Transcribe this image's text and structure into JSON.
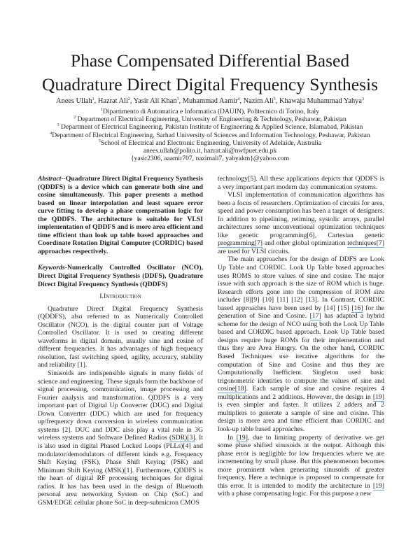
{
  "title": [
    "Phase Compensated Differential Based",
    "Quadrature Direct Digital Frequency Synthesis"
  ],
  "authors": [
    {
      "name": "Anees Ullah",
      "sup": "1"
    },
    {
      "name": "Hazrat Ali",
      "sup": "2"
    },
    {
      "name": "Yasir Ali Khan",
      "sup": "3"
    },
    {
      "name": "Muhammad Aamir",
      "sup": "4"
    },
    {
      "name": "Nazim Ali",
      "sup": "5"
    },
    {
      "name": "Khawaja Muhammad Yahya",
      "sup": "3"
    }
  ],
  "affiliations": [
    {
      "sup": "1",
      "text": "Dipartimento di Automatica e Informatica (DAUIN), Politecnico di Torino, Italy"
    },
    {
      "sup": "2",
      "text": " Department of Electrical Engineering, University of Engineering & Technology, Peshawar, Pakistan"
    },
    {
      "sup": "3",
      "text": " Department of Electrical Engineering, Pakistan Institute of Engineering & Applied Science, Islamabad, Pakistan"
    },
    {
      "sup": "4",
      "text": "Department of Electrical Engineering, Sarhad University of Sciences and Information Technology, Peshawar, Pakistan"
    },
    {
      "sup": "5",
      "text": "School of Electrical and Electronic Engineering, University of Adelaide, Australia"
    },
    {
      "sup": "",
      "text": "anees.ullah@polito.it, hazrat.ali@nwfpuet.edu.pk"
    },
    {
      "sup": "",
      "text": "{yasir2306, aaamir707, nazimali7, yahyakm}@yahoo.com"
    }
  ],
  "abstract": {
    "label": "Abstract--",
    "text": "Quadrature Direct Digital Frequency Synthesis (QDDFS) is a device which can generate both sine and cosine simultaneously. This paper presents a method based on linear interpolation and least square error curve fitting to develop a phase compensation logic for the QDDFS.  The architecture is suitable for VLSI implementation of QDDFS and is more area efficient and time efficient than look up table based approaches and Coordinate Rotation Digital Computer (CORDIC) based approaches respectively."
  },
  "keywords": {
    "label": "Keywords-",
    "text": "Numerically Controlled Oscillator (NCO), Direct Digital Frequency Synthesis (DDFS), Quadrature Direct Digital Frequency Synthesis (QDDFS)"
  },
  "section_heading": {
    "number": "I.",
    "title": "Introduction"
  },
  "left_paragraphs": [
    [
      {
        "t": "Quadrature Direct Digital Frequency Synthesis (QDDFS), also referred to as Numerically Controlled Oscillator (NCO), is  the digital counter part of Voltage Controlled Oscillator. It is used to creating different waveforms in digital domain, usually sine and cosine of different frequencies. It has advantages of high frequency resolution, fast switching speed, agility, accuracy, stability and reliability [1]."
      }
    ],
    [
      {
        "t": "Sinusoids are indispensible signals in many fields of science and engineering. These signals form the backbone of signal processing, communication, image processing and Fourier analysis and transformation. QDDFS is a very important part of Digital Up Converter (DUC) and Digital Down Converter (DDC) which are used for frequency up/frequency down conversion in wireless communication systems [2]. DUC and DDC also play a vital role in 3G wireless systems and Software Defined Radios "
      },
      {
        "t": "(SDR)[3]",
        "link": true
      },
      {
        "t": ". It is also used in digital Phased Locked Loops (PLLs)[4] and modulator/demodulators of different kinds e.g. Frequency Shift Keying (FSK), Phase Shift Keying (PSK) and Minimum Shift Keying (MSK)[1]. Furthermore, QDDFS is the heart of digital RF processing techniques for digital radios. It has has been used in the design of Bluetooth personal area networking System on Chip (SoC) and GSM/EDGE cellular phone SoC in deep-submicron CMOS"
      }
    ]
  ],
  "right_paragraphs": [
    {
      "indent": false,
      "segments": [
        {
          "t": "technology[5]. All these applications depicts that QDDFS is a very important part modern day communication systems."
        }
      ]
    },
    {
      "indent": true,
      "segments": [
        {
          "t": "VLSI implementation of communication algorithms has been a focus of researchers. Optimization of circuits for area, speed and power consumption has been a target of designers. In addition to pipelining, retiming, systolic arrays, parallel architectures some unconventional optimization techniques like genetic programming[6], Cartesian genetic "
        },
        {
          "t": "programming[7]",
          "link": true
        },
        {
          "t": " and other global optimization "
        },
        {
          "t": "techniques[7]",
          "link": true
        },
        {
          "t": " are used for VLSI circuits."
        }
      ]
    },
    {
      "indent": true,
      "segments": [
        {
          "t": "The main approaches for the design of DDFS are Look Up Table and CORDIC. Look Up Table based approaches uses ROMS to store values of sine and cosine. The major issue with such approach is the size of ROM which is huge. Research efforts gone into the compression of ROM size includes [8][9] [10] [11] [12] [13]. In Contrast, CORDIC based approaches have been used by [14] [15] "
        },
        {
          "t": "[16]",
          "link": true
        },
        {
          "t": " for the generation of Sine and Cosine. "
        },
        {
          "t": "[17]",
          "link": true
        },
        {
          "t": " has adapted a hybrid scheme for the design of NCO using both the Look Up Table based and CORDIC based approach. Look Up Table based designs require huge ROMs for their implementation and thus they are Area Hungry. On the other hand, CORDIC Based Techniques use iterative algorithms for the computation of Sine and Cosine and thus they are Computationally Inefficient. Singleton used basic trigonometric identities to compute the values of sine and "
        },
        {
          "t": "cosine[18]",
          "link": true
        },
        {
          "t": ". Each sample of sine and cosine requires 4 multiplications and 2 additions. However, the design in "
        },
        {
          "t": "[19]",
          "link": true
        },
        {
          "t": " is even simpler and faster. It utilizes 2 adders and 2 multipliers to generate a sample of sine and cosine. This design is more area and time efficient than CORDIC and look-up table based approaches."
        }
      ]
    },
    {
      "indent": true,
      "segments": [
        {
          "t": "In "
        },
        {
          "t": "[19]",
          "link": true
        },
        {
          "t": ", due to limiting property of derivative we get some phase shifted sinusoids at the output. Although this phase error is negligible for low frequencies where we are incrementing by small phase. But this phenomenon becomes more prominent when generating sinusoids of greater frequency. Here a technique is proposed to compensate for this error. It is intended to modify the architecture in "
        },
        {
          "t": "[19]",
          "link": true
        },
        {
          "t": " with a phase compensating logic. For this purpose a new"
        }
      ]
    }
  ],
  "colors": {
    "text": "#222222",
    "citation_underline": "#6aa8e8"
  }
}
